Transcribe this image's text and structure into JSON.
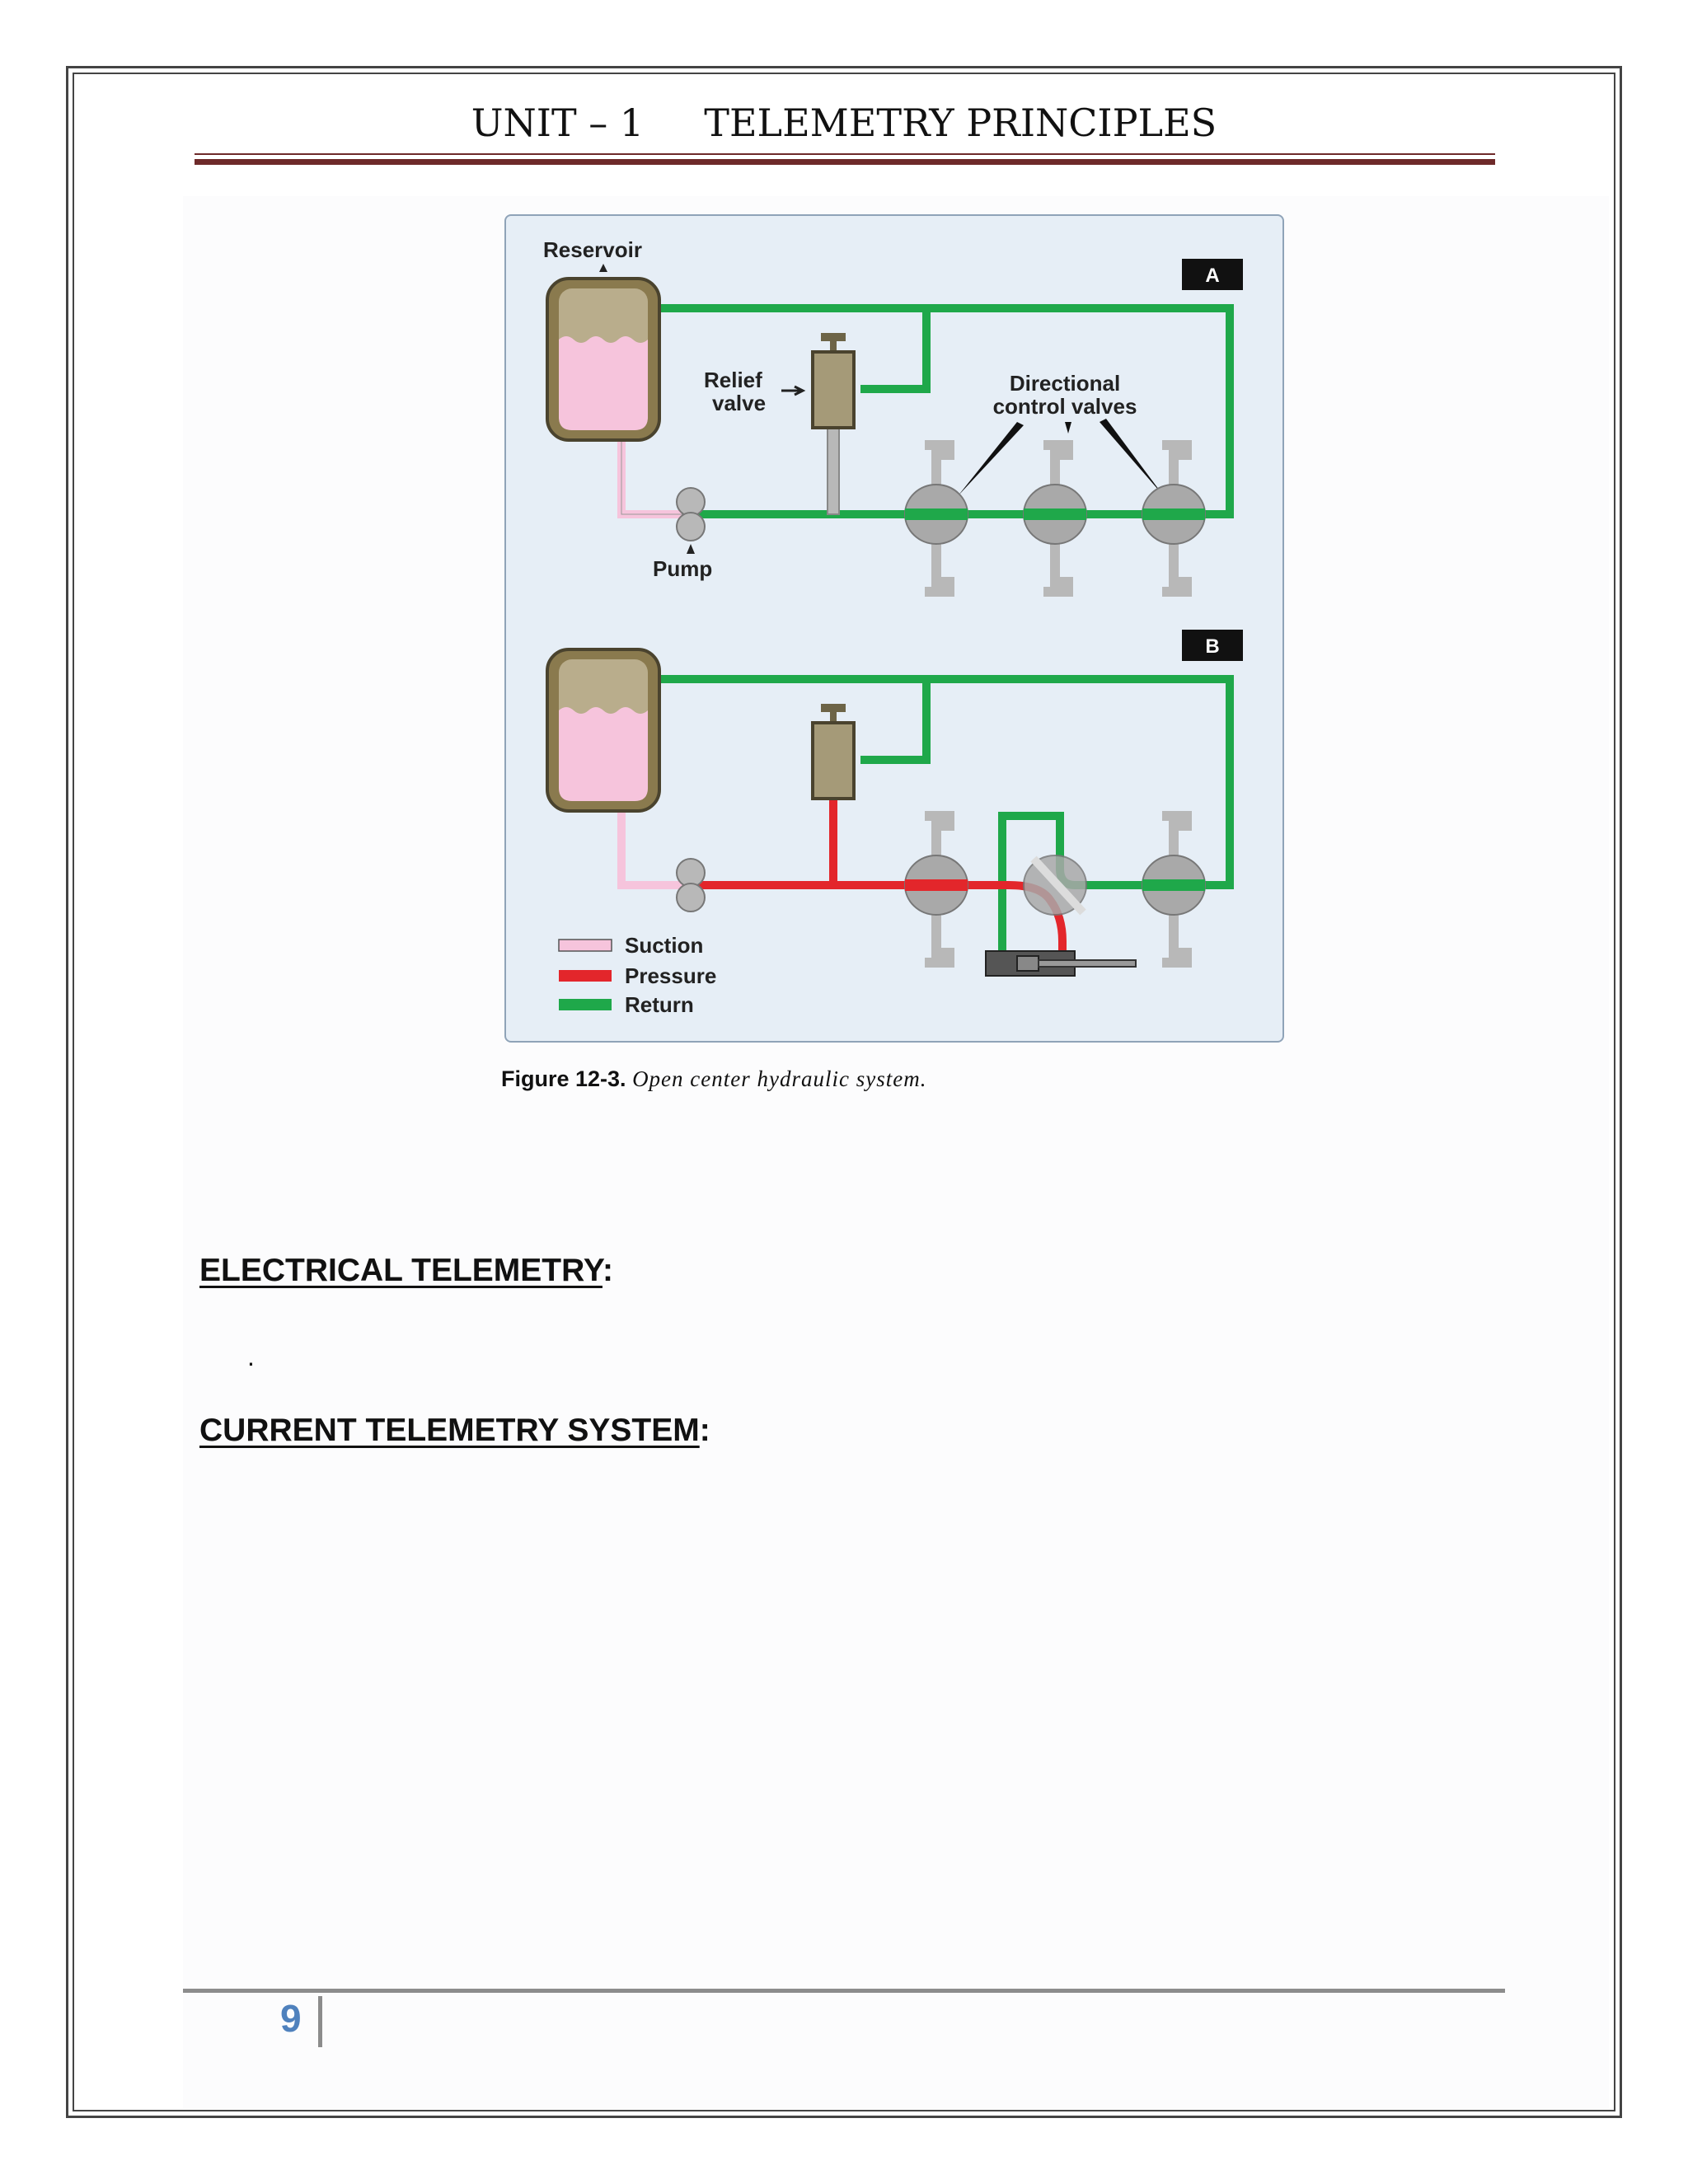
{
  "header": {
    "title": "UNIT – 1     TELEMETRY PRINCIPLES"
  },
  "figure": {
    "labels": {
      "reservoir": "Reservoir",
      "relief_line1": "Relief",
      "relief_line2": "valve",
      "directional_line1": "Directional",
      "directional_line2": "control valves",
      "pump": "Pump",
      "panel_a": "A",
      "panel_b": "B"
    },
    "legend": [
      {
        "label": "Suction",
        "color": "#f6c4dc"
      },
      {
        "label": "Pressure",
        "color": "#e3262b"
      },
      {
        "label": "Return",
        "color": "#1fa84a"
      }
    ],
    "caption_label": "Figure 12-3.",
    "caption_text": "Open center hydraulic system.",
    "colors": {
      "return": "#1fa84a",
      "pressure": "#e3262b",
      "suction": "#f6c4dc",
      "valve_gray": "#b8b8b8",
      "reservoir_frame": "#8a7a4e"
    }
  },
  "sections": {
    "electrical_heading": "ELECTRICAL TELEMETRY",
    "electrical_colon": ":",
    "dot": ".",
    "current_heading": "CURRENT TELEMETRY SYSTEM",
    "current_colon": ":"
  },
  "footer": {
    "page_number": "9"
  }
}
